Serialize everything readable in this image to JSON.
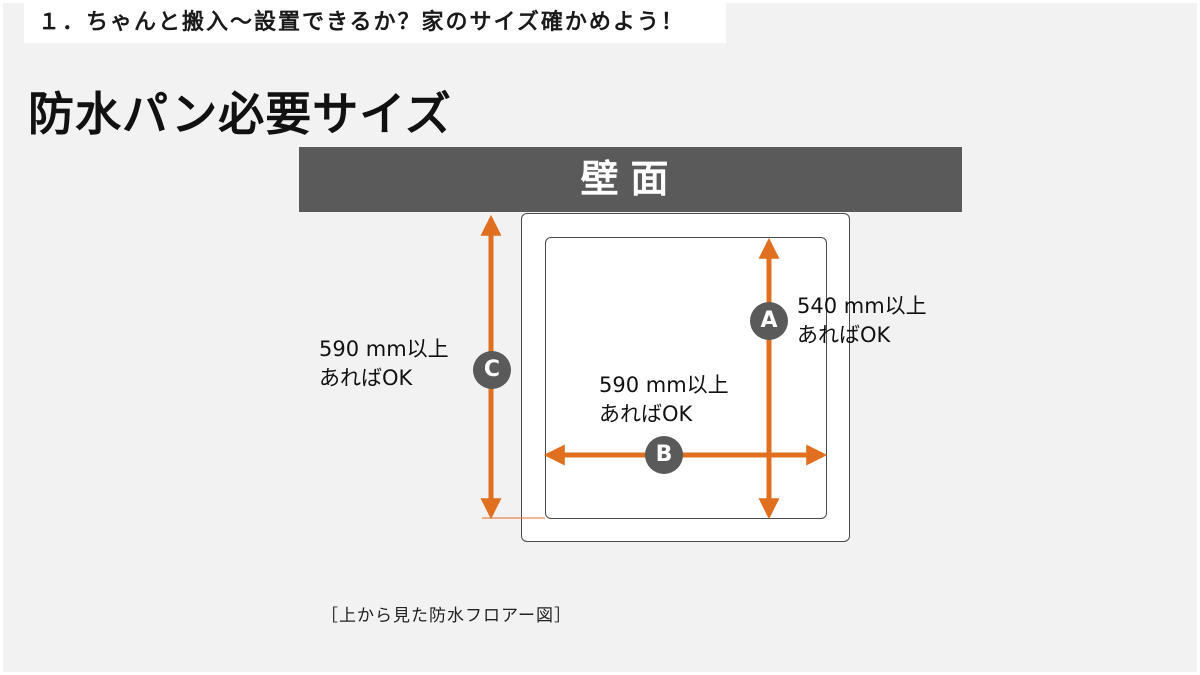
{
  "header": {
    "section": "１．ちゃんと搬入～設置できるか？家のサイズ確かめよう！"
  },
  "title": "防水パン必要サイズ",
  "diagram": {
    "wall_label": "壁面",
    "dimensions": {
      "A": {
        "letter": "A",
        "line1": "540 mm以上",
        "line2": "あればOK"
      },
      "B": {
        "letter": "B",
        "line1": "590 mm以上",
        "line2": "あればOK"
      },
      "C": {
        "letter": "C",
        "line1": "590 mm以上",
        "line2": "あればOK"
      }
    },
    "caption": "［上から見た防水フロアー図］"
  },
  "colors": {
    "arrow": "#e07020",
    "badge": "#5a5a5a",
    "wall": "#5a5a5a"
  }
}
